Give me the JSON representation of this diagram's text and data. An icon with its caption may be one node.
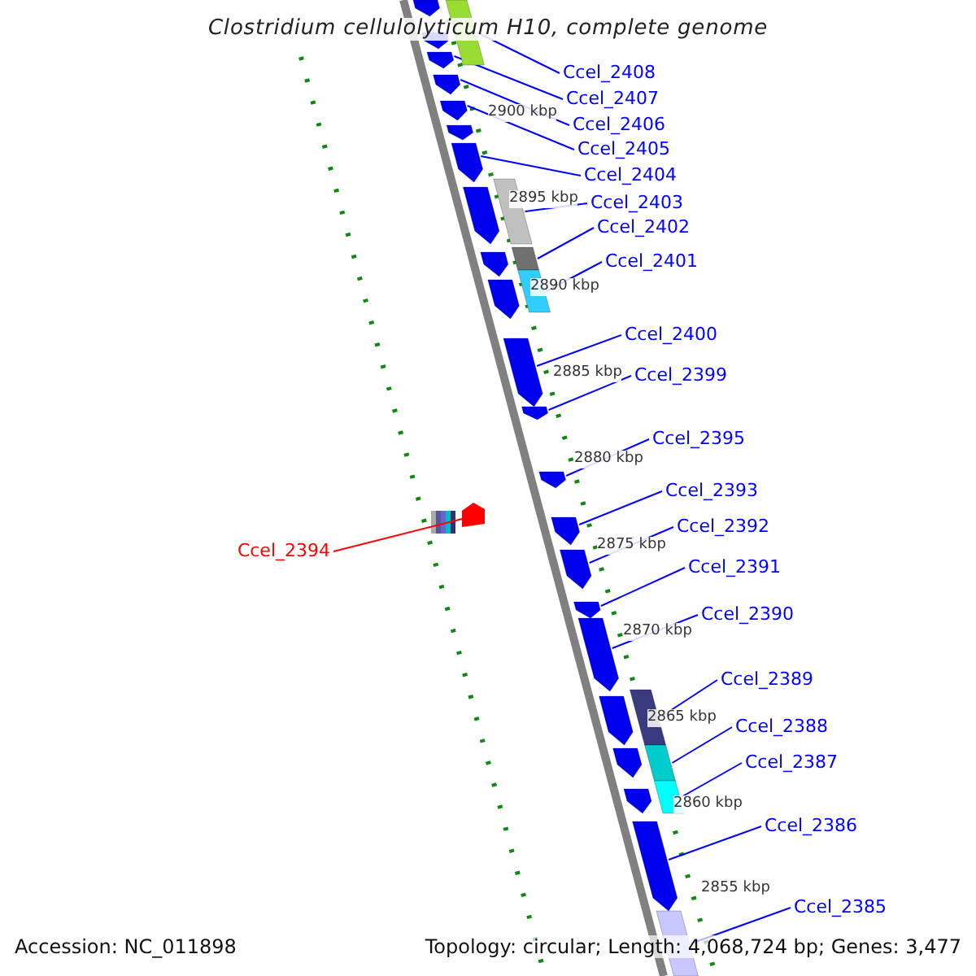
{
  "diagram": {
    "title": "Clostridium cellulolyticum H10, complete genome",
    "nodes": [
      {
        "text": [
          "Ccel_2408"
        ]
      },
      {
        "text": [
          "Ccel_2407"
        ]
      },
      {
        "text": [
          "Ccel_2406"
        ]
      },
      {
        "text": [
          "Ccel_2405"
        ]
      },
      {
        "text": [
          "Ccel_2404"
        ]
      },
      {
        "text": [
          "Ccel_2403"
        ]
      },
      {
        "text": [
          "Ccel_2402"
        ]
      },
      {
        "text": [
          "Ccel_2401"
        ]
      },
      {
        "text": [
          "Ccel_2400"
        ]
      },
      {
        "text": [
          "Ccel_2399"
        ]
      },
      {
        "text": [
          "Ccel_2395"
        ]
      },
      {
        "text": [
          "Ccel_2393"
        ]
      },
      {
        "text": [
          "Ccel_2392"
        ]
      },
      {
        "text": [
          "Ccel_2394"
        ]
      },
      {
        "text": [
          "Ccel_2391"
        ]
      },
      {
        "text": [
          "Ccel_2390"
        ]
      },
      {
        "text": [
          "Ccel_2389"
        ]
      },
      {
        "text": [
          "Ccel_2388"
        ]
      },
      {
        "text": [
          "Ccel_2387"
        ]
      },
      {
        "text": [
          "Ccel_2386"
        ]
      },
      {
        "text": [
          "Ccel_2385"
        ]
      },
      {
        "text": [],
        "shape": "pentagon"
      },
      {
        "text": [],
        "shape": "box"
      },
      {
        "text": [],
        "shape": "pentagon"
      },
      {
        "text": [],
        "shape": "pentagon"
      },
      {
        "text": [],
        "shape": "pentagon"
      },
      {
        "text": [],
        "shape": "pentagon"
      },
      {
        "text": [],
        "shape": "pentagon"
      },
      {
        "text": [],
        "shape": "pentagon"
      },
      {
        "text": [],
        "shape": "box"
      },
      {
        "text": [],
        "shape": "pentagon"
      },
      {
        "text": [],
        "shape": "box"
      },
      {
        "text": [],
        "shape": "pentagon"
      },
      {
        "text": [],
        "shape": "box"
      },
      {
        "text": [],
        "shape": "pentagon"
      },
      {
        "text": [],
        "shape": "pentagon"
      },
      {
        "text": [],
        "shape": "pentagon"
      },
      {
        "text": [],
        "shape": "pentagon"
      },
      {
        "text": [],
        "shape": "pentagon"
      },
      {
        "text": [],
        "shape": "pentagon"
      },
      {
        "text": [],
        "shape": "pentagon"
      },
      {
        "text": [],
        "shape": "pentagon"
      },
      {
        "text": [],
        "shape": "pentagon"
      },
      {
        "text": [],
        "shape": "box"
      },
      {
        "text": [],
        "shape": "pentagon"
      },
      {
        "text": [],
        "shape": "box"
      },
      {
        "text": [],
        "shape": "pentagon"
      },
      {
        "text": [],
        "shape": "box"
      },
      {
        "text": [],
        "shape": "pentagon"
      },
      {
        "text": [],
        "shape": "pentagon"
      },
      {
        "text": [],
        "shape": "box"
      }
    ],
    "edges": [
      {
        "from": 0,
        "to": 22,
        "arrow": "none"
      },
      {
        "from": 1,
        "to": 24,
        "arrow": "none"
      },
      {
        "from": 2,
        "to": 25,
        "arrow": "none"
      },
      {
        "from": 3,
        "to": 26,
        "arrow": "none"
      },
      {
        "from": 4,
        "to": 28,
        "arrow": "none"
      },
      {
        "from": 5,
        "to": 29,
        "arrow": "none"
      },
      {
        "from": 6,
        "to": 31,
        "arrow": "none"
      },
      {
        "from": 7,
        "to": 33,
        "arrow": "none"
      },
      {
        "from": 8,
        "to": 35,
        "arrow": "none"
      },
      {
        "from": 9,
        "to": 36,
        "arrow": "none"
      },
      {
        "from": 10,
        "to": 37,
        "arrow": "none"
      },
      {
        "from": 11,
        "to": 39,
        "arrow": "none"
      },
      {
        "from": 12,
        "to": 40,
        "arrow": "none"
      },
      {
        "from": 13,
        "to": 38,
        "arrow": "none",
        "color": "#ff0000"
      },
      {
        "from": 14,
        "to": 41,
        "arrow": "none"
      },
      {
        "from": 15,
        "to": 42,
        "arrow": "none"
      },
      {
        "from": 16,
        "to": 43,
        "arrow": "none"
      },
      {
        "from": 17,
        "to": 45,
        "arrow": "none"
      },
      {
        "from": 18,
        "to": 47,
        "arrow": "none"
      },
      {
        "from": 19,
        "to": 49,
        "arrow": "none"
      },
      {
        "from": 20,
        "to": 50,
        "arrow": "none"
      }
    ],
    "labels": [
      "2900 kbp",
      "2895 kbp",
      "2890 kbp",
      "2885 kbp",
      "2880 kbp",
      "2875 kbp",
      "2870 kbp",
      "2865 kbp",
      "2860 kbp",
      "2855 kbp",
      "Accession: NC_011898",
      "Topology: circular; Length: 4,068,724 bp; Genes: 3,477"
    ]
  }
}
